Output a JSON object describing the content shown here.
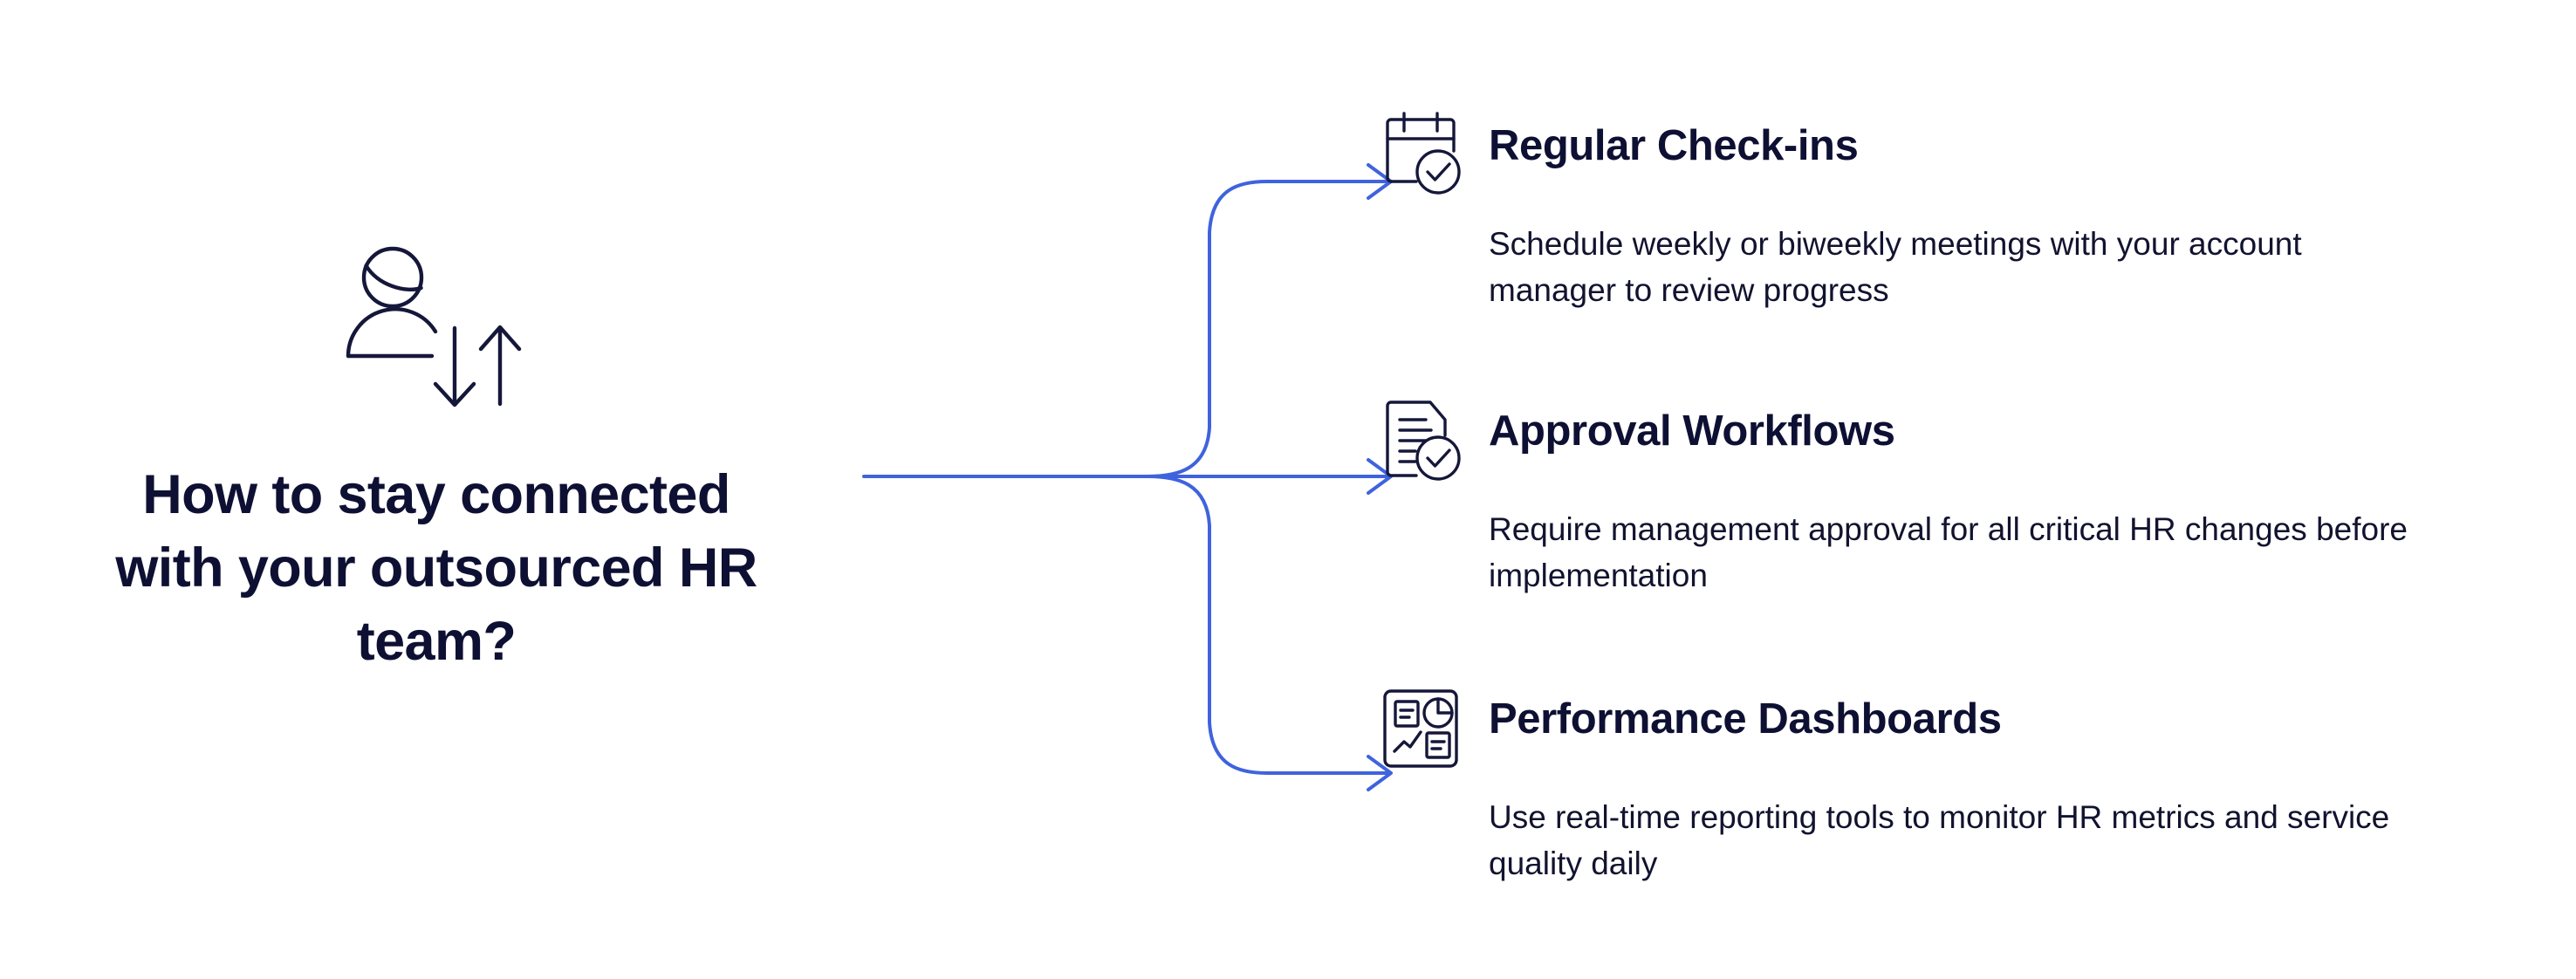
{
  "colors": {
    "background": "#ffffff",
    "ink": "#0e1033",
    "body_text": "#11132f",
    "connector_blue": "#3f63dd"
  },
  "left": {
    "icon_name": "user-exchange-icon",
    "title": "How to stay connected with your outsourced HR team?",
    "title_lines": [
      "How to stay",
      "connected with your",
      "outsourced HR",
      "team?"
    ]
  },
  "connectors": {
    "name": "branching-arrow-connectors",
    "branch_count": 3,
    "stroke_color": "#3f63dd",
    "directions": [
      "up",
      "straight",
      "down"
    ]
  },
  "items": [
    {
      "icon_name": "calendar-check-icon",
      "title": "Regular Check-ins",
      "description": "Schedule weekly or biweekly meetings with your account manager to review progress"
    },
    {
      "icon_name": "document-approval-check-icon",
      "title": "Approval Workflows",
      "description": "Require management approval for all critical HR changes before implementation"
    },
    {
      "icon_name": "dashboard-analytics-icon",
      "title": "Performance Dashboards",
      "description": "Use real-time reporting tools to monitor HR metrics and service quality daily"
    }
  ]
}
